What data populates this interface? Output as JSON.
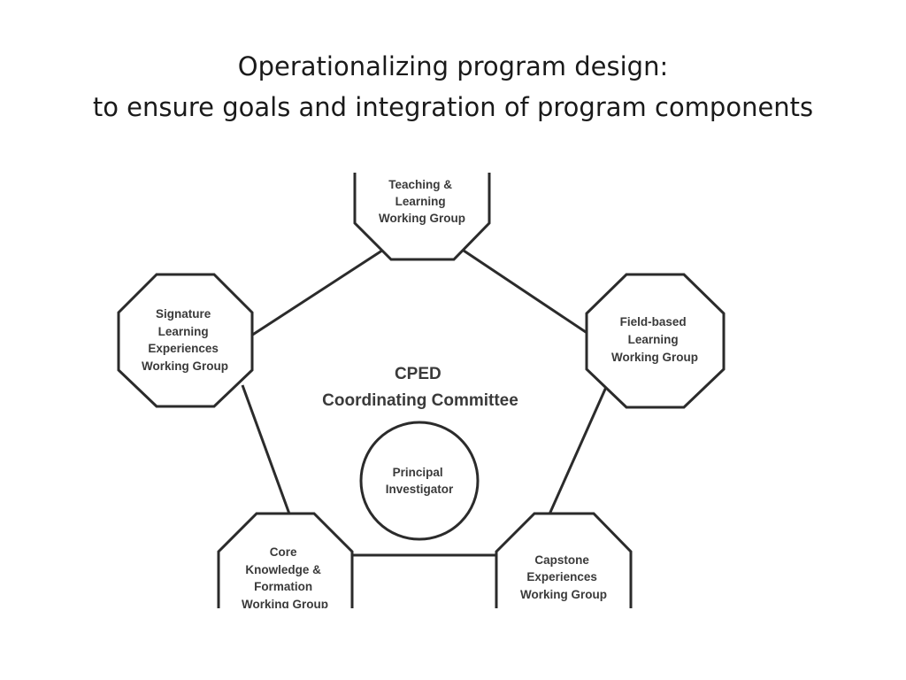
{
  "slide": {
    "title_line1": "Operationalizing program design:",
    "title_line2": "to ensure goals and integration of program components"
  },
  "diagram": {
    "center": {
      "line1": "CPED",
      "line2": "Coordinating Committee"
    },
    "inner_circle": {
      "lines": [
        "Principal",
        "Investigator"
      ]
    },
    "nodes": {
      "teaching": {
        "lines": [
          "Teaching &",
          "Learning",
          "Working Group"
        ]
      },
      "signature": {
        "lines": [
          "Signature",
          "Learning",
          "Experiences",
          "Working Group"
        ]
      },
      "field": {
        "lines": [
          "Field-based",
          "Learning",
          "Working Group"
        ]
      },
      "core": {
        "lines": [
          "Core",
          "Knowledge &",
          "Formation",
          "Working Group"
        ]
      },
      "capstone": {
        "lines": [
          "Capstone",
          "Experiences",
          "Working Group"
        ]
      }
    },
    "colors": {
      "stroke": "#2b2b2b",
      "text": "#3a3a3a",
      "background": "#ffffff"
    }
  }
}
